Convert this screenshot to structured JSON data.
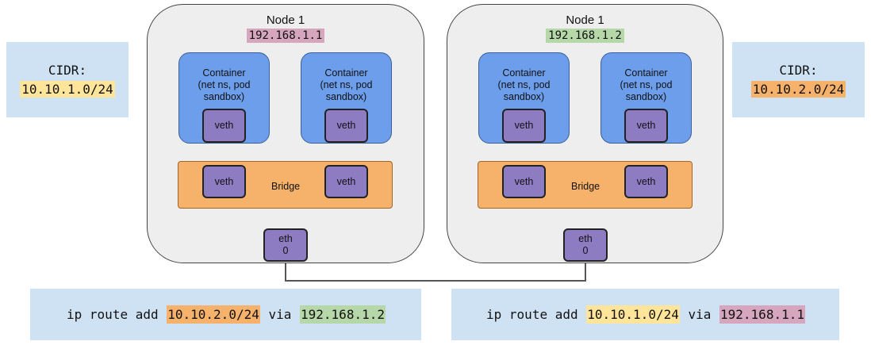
{
  "colors": {
    "node_bg": "#eeeeee",
    "container": "#6d9eeb",
    "veth": "#8e7cc3",
    "bridge": "#f6b26b",
    "info_box": "#cfe2f3",
    "hl_pink": "#d5a6bd",
    "hl_green": "#b6d7a8",
    "hl_yellow": "#ffe599",
    "hl_orange": "#f6b26b"
  },
  "left_cidr": {
    "title": "CIDR:",
    "value": "10.10.1.0/24"
  },
  "right_cidr": {
    "title": "CIDR:",
    "value": "10.10.2.0/24"
  },
  "node1": {
    "title": "Node 1",
    "ip": "192.168.1.1",
    "containers": [
      {
        "label": "Container\n(net ns, pod\nsandbox)",
        "veth": "veth"
      },
      {
        "label": "Container\n(net ns, pod\nsandbox)",
        "veth": "veth"
      }
    ],
    "bridge": {
      "label": "Bridge",
      "veths": [
        "veth",
        "veth"
      ]
    },
    "eth": "eth\n0"
  },
  "node2": {
    "title": "Node 1",
    "ip": "192.168.1.2",
    "containers": [
      {
        "label": "Container\n(net ns, pod\nsandbox)",
        "veth": "veth"
      },
      {
        "label": "Container\n(net ns, pod\nsandbox)",
        "veth": "veth"
      }
    ],
    "bridge": {
      "label": "Bridge",
      "veths": [
        "veth",
        "veth"
      ]
    },
    "eth": "eth\n0"
  },
  "route_left": {
    "prefix": "ip route add ",
    "cidr": "10.10.2.0/24",
    "via": " via ",
    "gateway": "192.168.1.2"
  },
  "route_right": {
    "prefix": "ip route add ",
    "cidr": "10.10.1.0/24",
    "via": " via ",
    "gateway": "192.168.1.1"
  }
}
